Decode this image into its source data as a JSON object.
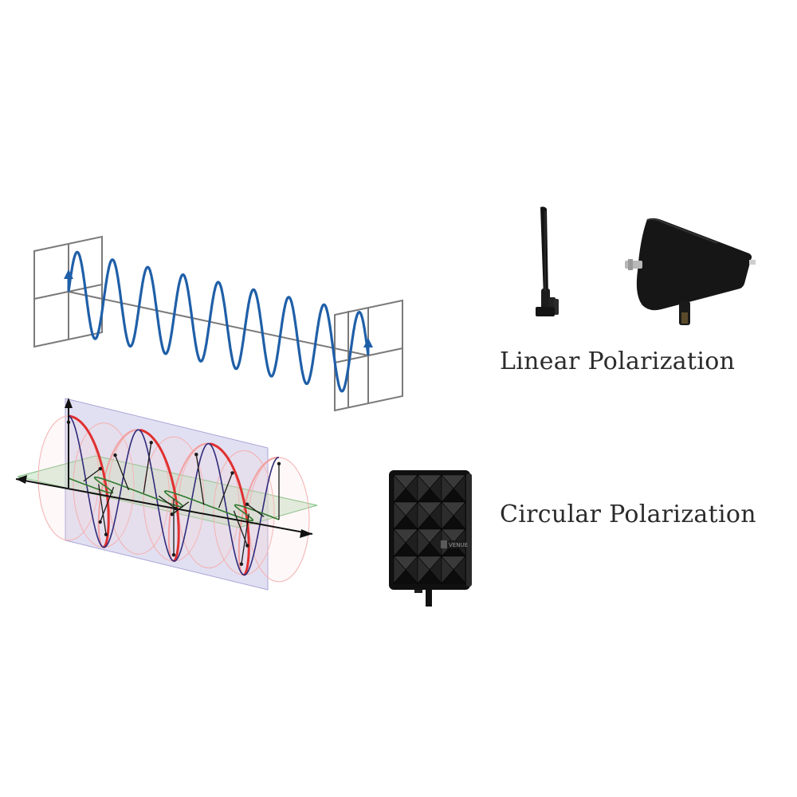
{
  "labels": {
    "linear": "Linear Polarization",
    "circular": "Circular Polarization"
  },
  "device_brand": "VENUE",
  "colors": {
    "linear_wave": "#1f5fa8",
    "circular_helix": "#e03030",
    "axis": "#111111",
    "frame": "#7a7a7a",
    "plane": "#c9c6e8",
    "horizontal_plane": "#bfe0bf",
    "antenna_body": "#141414"
  },
  "icons": {
    "whip_antenna": "whip-antenna-icon",
    "paddle_antenna": "log-periodic-paddle-antenna-icon",
    "panel_antenna": "circular-panel-antenna-icon"
  }
}
